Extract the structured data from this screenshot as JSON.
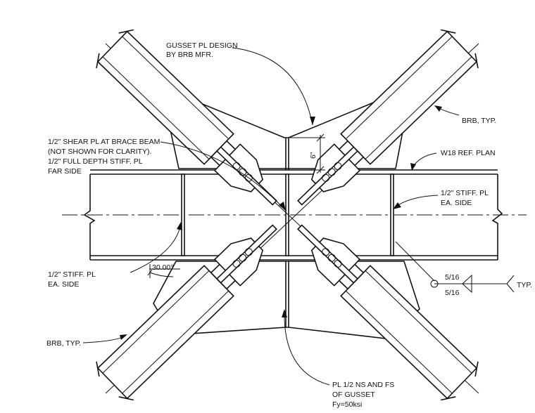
{
  "labels": {
    "gusset_line1": "GUSSET PL DESIGN",
    "gusset_line2": "BY BRB MFR.",
    "brb_top_right": "BRB, TYP.",
    "shear_line1": "1/2\" SHEAR PL AT BRACE BEAM",
    "shear_line2": "(NOT SHOWN FOR CLARITY).",
    "shear_line3": "1/2\" FULL DEPTH STIFF. PL",
    "shear_line4": "FAR SIDE",
    "w18": "W18 REF. PLAN",
    "stiff_right_line1": "1/2\" STIFF. PL",
    "stiff_right_line2": "EA. SIDE",
    "stiff_left_line1": "1/2\" STIFF. PL",
    "stiff_left_line2": "EA. SIDE",
    "brb_bottom_left": "BRB, TYP.",
    "pl_line1": "PL 1/2 NS AND FS",
    "pl_line2": "OF GUSSET",
    "pl_line3": "Fy=50ksi",
    "dim_6": "6\"",
    "angle": "30.00°",
    "weld_top": "5/16",
    "weld_bottom": "5/16",
    "weld_typ": "TYP."
  }
}
